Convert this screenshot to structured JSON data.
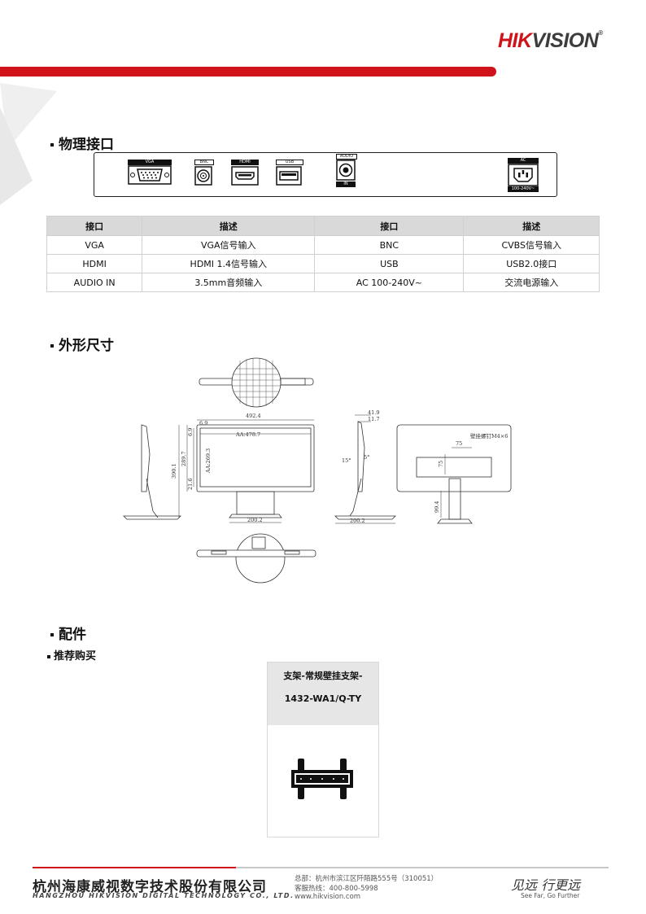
{
  "brand": {
    "logo_main": "HIK",
    "logo_sub": "VISION",
    "logo_mark": "®"
  },
  "interfaces": {
    "title": "物理接口",
    "port_labels": [
      "VGA",
      "BNC",
      "HDMI",
      "USB",
      "AUDIO",
      "AC"
    ],
    "audio_sub": "IN",
    "ac_sub": "100-240V~",
    "table": {
      "headers": [
        "接口",
        "描述",
        "接口",
        "描述"
      ],
      "rows": [
        [
          "VGA",
          "VGA信号输入",
          "BNC",
          "CVBS信号输入"
        ],
        [
          "HDMI",
          "HDMI 1.4信号输入",
          "USB",
          "USB2.0接口"
        ],
        [
          "AUDIO IN",
          "3.5mm音频输入",
          "AC 100-240V~",
          "交流电源输入"
        ]
      ]
    }
  },
  "dimensions": {
    "title": "外形尺寸",
    "labels": {
      "width": "492.4",
      "aa_width": "AA:478.7",
      "aa_height": "AA:269.3",
      "bezel_top": "6.9",
      "bezel_side": "6.9",
      "height_total": "390.1",
      "height_panel": "289.7",
      "bezel_bottom": "21.6",
      "base_width": "200.2",
      "side_base": "200.2",
      "depth_total": "41.9",
      "depth_panel": "11.7",
      "tilt_back": "15°",
      "tilt_fwd": "5°",
      "vesa": "75",
      "vesa_h": "75",
      "screw": "壁挂螺钉M4×6",
      "stand_h": "99.4"
    }
  },
  "accessories": {
    "title": "配件",
    "subtitle": "推荐购买",
    "item_line1": "支架-常规壁挂支架-",
    "item_line2": "1432-WA1/Q-TY"
  },
  "footer": {
    "company_cn": "杭州海康威视数字技术股份有限公司",
    "company_en": "HANGZHOU HIKVISION DIGITAL TECHNOLOGY CO., LTD.",
    "address": "总部：杭州市滨江区阡陌路555号（310051）",
    "hotline": "客服热线：400-800-5998",
    "website": "www.hikvision.com",
    "slogan": "见远 行更远",
    "slogan_en": "See Far, Go Further"
  },
  "colors": {
    "brand_red": "#d0121b",
    "table_header": "#d9d9d9"
  }
}
